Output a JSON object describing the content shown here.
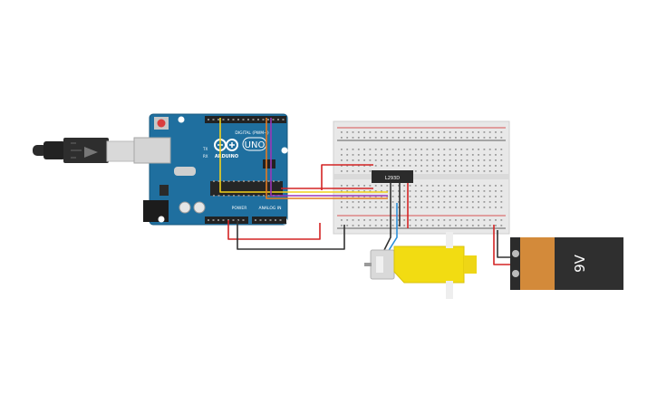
{
  "arduino": {
    "brand": "ARDUINO",
    "model": "UNO",
    "digital_label": "DIGITAL (PWM~)",
    "power_label": "POWER",
    "analog_label": "ANALOG IN",
    "tx_label": "TX",
    "rx_label": "RX",
    "color": "#1f6f9f"
  },
  "driver_chip": {
    "label": "L293D"
  },
  "battery": {
    "label": "9V"
  },
  "wire_colors": {
    "red": "#d32424",
    "black": "#333333",
    "yellow": "#f2d21b",
    "purple": "#9b36b8",
    "orange": "#e47b22",
    "blue": "#2d8fd8"
  }
}
